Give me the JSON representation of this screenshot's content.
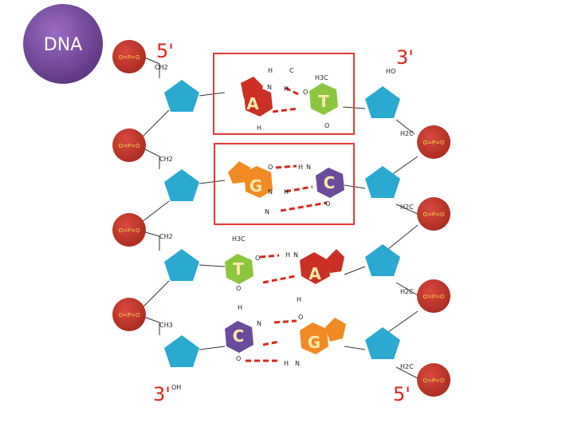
{
  "badge": {
    "label": "DNA",
    "color": "#7e4ea3"
  },
  "end_labels": {
    "top_left": "5'",
    "top_right": "3'",
    "bottom_left": "3'",
    "bottom_right": "5'"
  },
  "colors": {
    "phosphate": "#c8352b",
    "sugar": "#2aa9d1",
    "adenine": "#cc2f25",
    "thymine": "#8cc63f",
    "guanine": "#f18a22",
    "cytosine": "#6b4b9c",
    "hydrogen_bond": "#d42a1e",
    "highlight_box": "#e53935"
  },
  "phosphate_label": "O=P=O",
  "atom_labels": {
    "h": "H",
    "n": "N",
    "o": "O",
    "c": "C",
    "ch2": "CH2",
    "ch3": "CH3",
    "h3c": "H3C",
    "ho": "HO",
    "oh": "OH",
    "h2c": "H2C"
  },
  "pairs": [
    {
      "left": "A",
      "right": "T",
      "bonds": 2
    },
    {
      "left": "G",
      "right": "C",
      "bonds": 3
    },
    {
      "left": "T",
      "right": "A",
      "bonds": 2
    },
    {
      "left": "C",
      "right": "G",
      "bonds": 3
    }
  ]
}
